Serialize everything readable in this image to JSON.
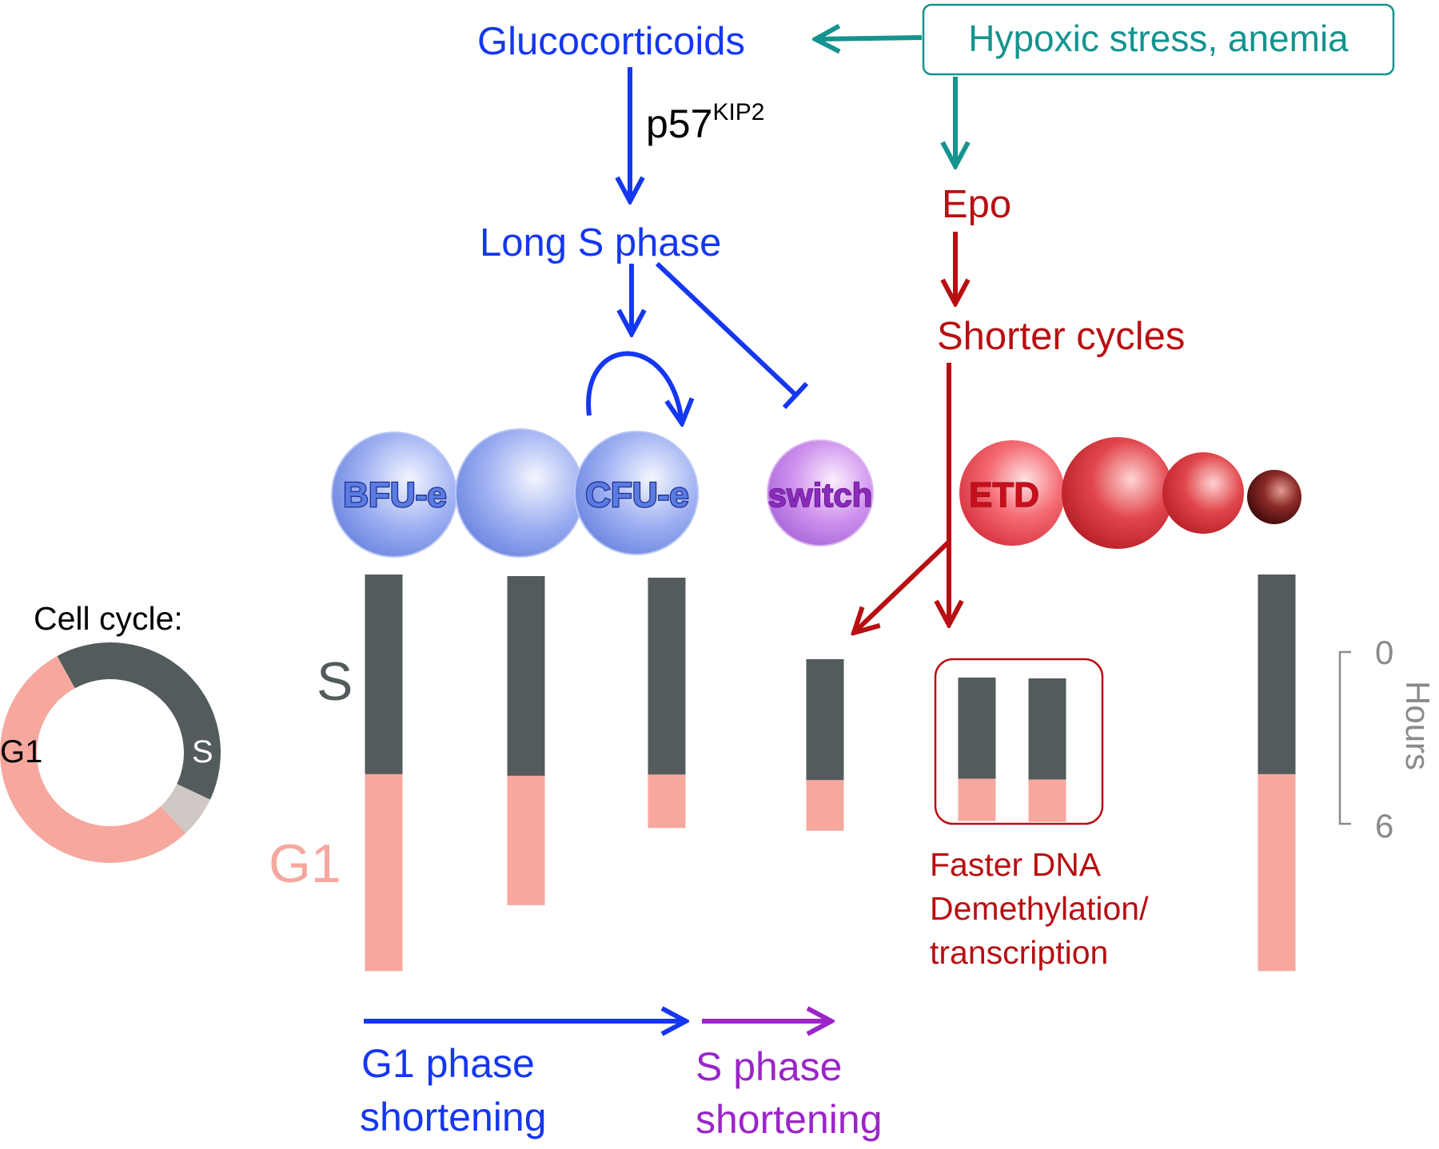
{
  "colors": {
    "blue": "#1537f0",
    "teal": "#15938f",
    "red": "#b80f12",
    "purple": "#9b25c8",
    "s_phase": "#535b5c",
    "g1_phase": "#f6a89e",
    "gap_phase": "#cfc8c4",
    "gray_text": "#8a8a8a"
  },
  "top": {
    "glucocorticoids": "Glucocorticoids",
    "stress": "Hypoxic stress, anemia",
    "p57_main": "p57",
    "p57_sup": "KIP2",
    "long_s": "Long S phase",
    "epo": "Epo",
    "shorter_cycles": "Shorter cycles"
  },
  "cells": {
    "bfu": "BFU-e",
    "cfu": "CFU-e",
    "switch": "switch",
    "etd": "ETD"
  },
  "legend": {
    "cell_cycle": "Cell cycle:",
    "ring_g1": "G1",
    "ring_s": "S",
    "ring_fractions": {
      "s": 0.4,
      "gap": 0.06,
      "g1": 0.54
    }
  },
  "phase_labels": {
    "s": "S",
    "g1": "G1"
  },
  "bars": [
    {
      "s_hours": 7.1,
      "g1_hours": 7.0
    },
    {
      "s_hours": 7.1,
      "g1_hours": 4.6
    },
    {
      "s_hours": 7.0,
      "g1_hours": 1.9
    },
    {
      "s_hours": 4.3,
      "g1_hours": 1.8
    },
    {
      "s_hours": 3.6,
      "g1_hours": 1.5
    },
    {
      "s_hours": 3.6,
      "g1_hours": 1.5
    },
    {
      "s_hours": 7.1,
      "g1_hours": 7.0
    }
  ],
  "hours_scale": {
    "label": "Hours",
    "tick_top": "0",
    "tick_bottom": "6"
  },
  "faster_dna": {
    "line1": "Faster DNA",
    "line2": "Demethylation/",
    "line3": "transcription"
  },
  "bottom": {
    "g1_line1": "G1 phase",
    "g1_line2": "shortening",
    "s_line1": "S phase",
    "s_line2": "shortening"
  }
}
